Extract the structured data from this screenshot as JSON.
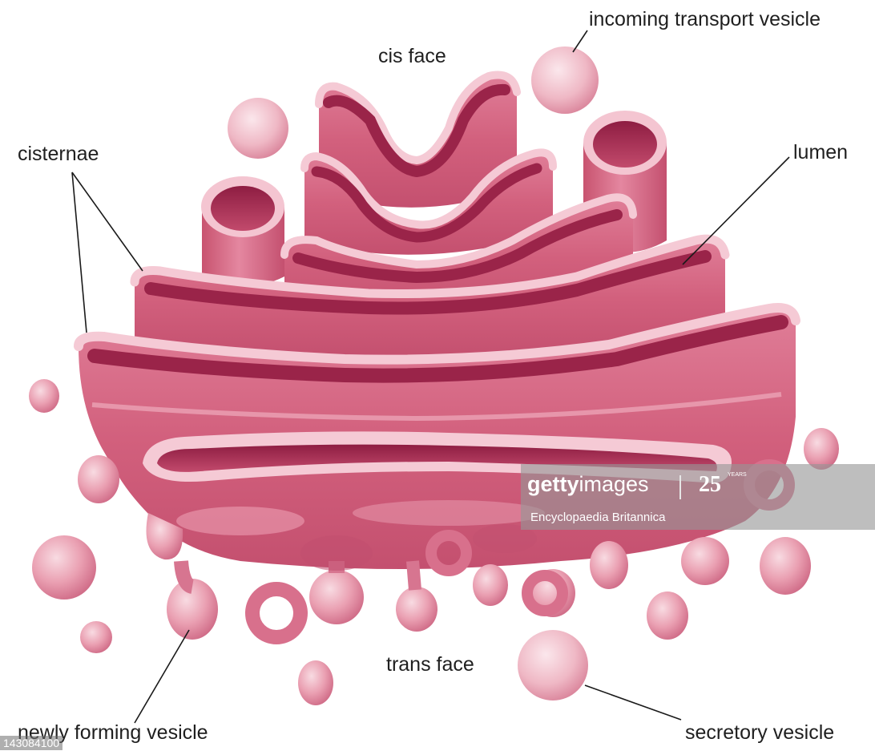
{
  "header_fragment": "",
  "labels": {
    "incoming": "incoming transport vesicle",
    "cis_face": "cis face",
    "cisternae": "cisternae",
    "lumen": "lumen",
    "trans_face": "trans face",
    "newly_forming": "newly forming vesicle",
    "secretory": "secretory vesicle"
  },
  "watermark": {
    "brand_bold": "getty",
    "brand_light": "images",
    "anniversary": "25",
    "anniversary_word": "YEARS",
    "credit": "Encyclopaedia Britannica"
  },
  "stock_id": "143084100",
  "colors": {
    "membrane": "#d3627f",
    "lumen": "#a82c52",
    "rim": "#f5c8d2",
    "vesicle": "#e58ea2"
  }
}
